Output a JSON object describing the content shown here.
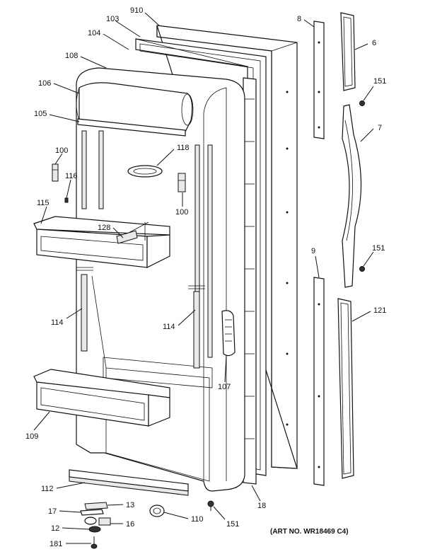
{
  "labels": {
    "l910": "910",
    "l103": "103",
    "l104": "104",
    "l108": "108",
    "l106": "106",
    "l105": "105",
    "l100a": "100",
    "l116": "116",
    "l118": "118",
    "l100b": "100",
    "l115": "115",
    "l128": "128",
    "l114a": "114",
    "l114b": "114",
    "l107": "107",
    "l109": "109",
    "l112": "112",
    "l17": "17",
    "l13": "13",
    "l12": "12",
    "l16": "16",
    "l181": "181",
    "l110": "110",
    "l151c": "151",
    "l18": "18",
    "l8": "8",
    "l6": "6",
    "l151a": "151",
    "l7": "7",
    "l9": "9",
    "l151b": "151",
    "l121": "121"
  },
  "art_number": "(ART NO. WR18469 C4)"
}
